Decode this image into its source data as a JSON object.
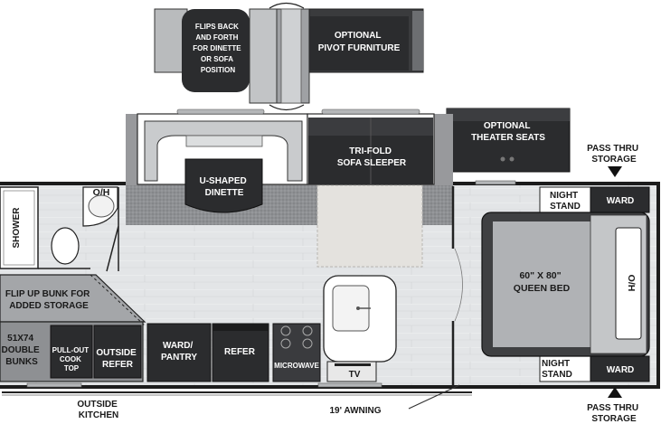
{
  "plan": {
    "optional_furniture": {
      "flip_note": [
        "FLIPS BACK",
        "AND FORTH",
        "FOR DINETTE",
        "OR SOFA",
        "POSITION"
      ],
      "pivot_furniture": [
        "OPTIONAL",
        "PIVOT FURNITURE"
      ],
      "theater_seats": [
        "OPTIONAL",
        "THEATER SEATS"
      ]
    },
    "slide_room": {
      "u_shaped_dinette": [
        "U-SHAPED",
        "DINETTE"
      ],
      "tri_fold_sofa": [
        "TRI-FOLD",
        "SOFA SLEEPER"
      ]
    },
    "bath": {
      "overhead": "O/H",
      "shower": "SHOWER"
    },
    "bunks": {
      "flip_up": [
        "FLIP UP BUNK FOR",
        "ADDED STORAGE"
      ],
      "double_bunks": [
        "51X74",
        "DOUBLE",
        "BUNKS"
      ]
    },
    "kitchen": {
      "pull_out_cooktop": [
        "PULL-OUT",
        "COOK",
        "TOP"
      ],
      "outside_refer": [
        "OUTSIDE",
        "REFER"
      ],
      "ward_pantry": [
        "WARD/",
        "PANTRY"
      ],
      "refer": "REFER",
      "microwave": "MICROWAVE",
      "tv": "TV"
    },
    "bedroom": {
      "night_stand_top": [
        "NIGHT",
        "STAND"
      ],
      "ward_top": "WARD",
      "queen_bed": [
        "60\" X 80\"",
        "QUEEN BED"
      ],
      "bed_overhead": "O/H",
      "night_stand_bottom": [
        "NIGHT",
        "STAND"
      ],
      "ward_bottom": "WARD"
    },
    "exterior": {
      "pass_thru_top": [
        "PASS THRU",
        "STORAGE"
      ],
      "pass_thru_bottom": [
        "PASS THRU",
        "STORAGE"
      ],
      "outside_kitchen": [
        "OUTSIDE",
        "KITCHEN"
      ],
      "awning": "19' AWNING"
    }
  }
}
